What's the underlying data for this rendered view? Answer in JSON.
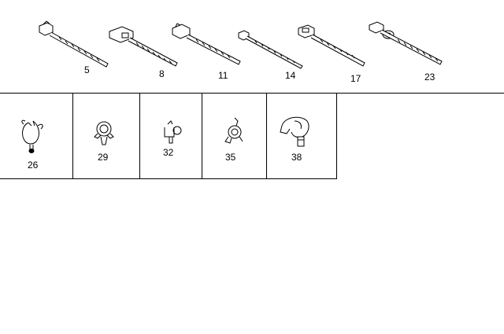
{
  "cable_ties": [
    {
      "label": "5"
    },
    {
      "label": "8"
    },
    {
      "label": "11"
    },
    {
      "label": "14"
    },
    {
      "label": "17"
    },
    {
      "label": "23"
    }
  ],
  "clips": [
    {
      "label": "26"
    },
    {
      "label": "29"
    },
    {
      "label": "32"
    },
    {
      "label": "35"
    },
    {
      "label": "38"
    }
  ]
}
